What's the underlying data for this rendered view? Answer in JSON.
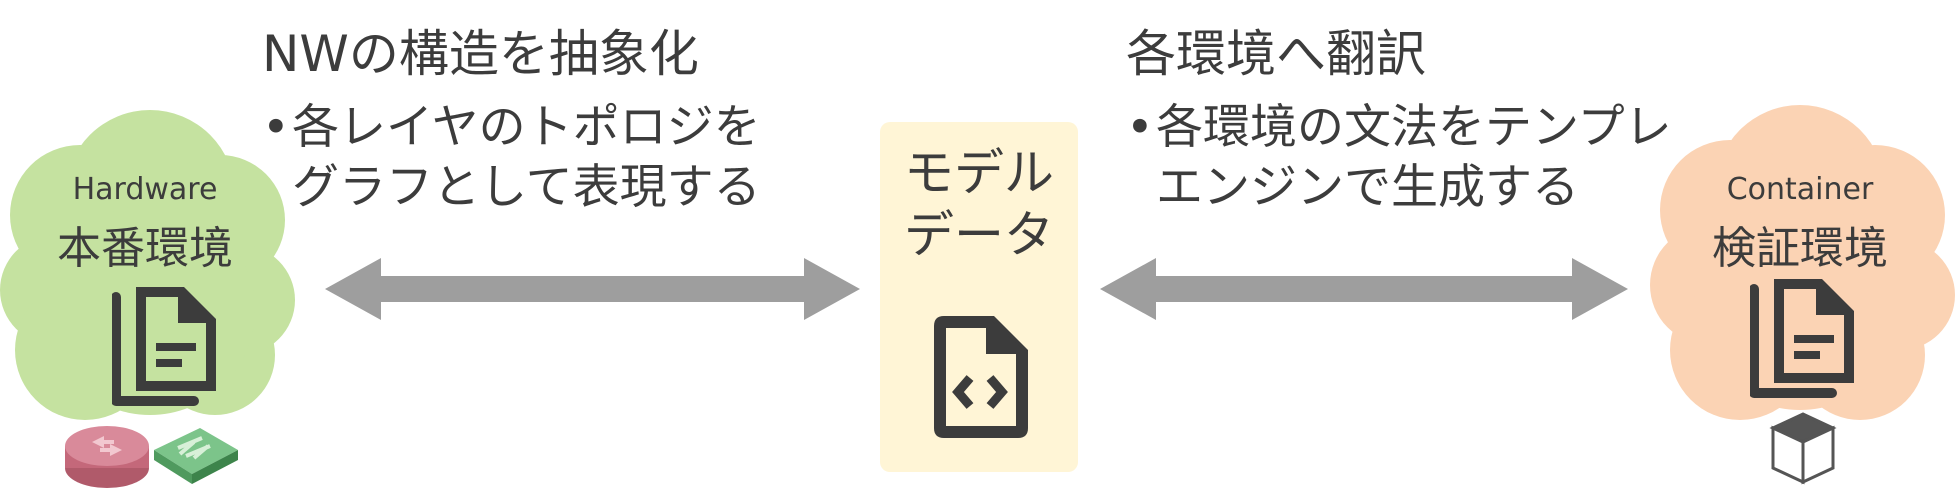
{
  "left_section": {
    "heading": "NWの構造を抽象化",
    "bullet_lines": [
      "各レイヤのトポロジを",
      "グラフとして表現する"
    ],
    "bullet_marker": "•"
  },
  "right_section": {
    "heading": "各環境へ翻訳",
    "bullet_lines": [
      "各環境の文法をテンプレ",
      "エンジンで生成する"
    ],
    "bullet_marker": "•"
  },
  "model": {
    "title_line1": "モデル",
    "title_line2": "データ",
    "icon": "code-file-icon"
  },
  "hardware_env": {
    "subtitle": "Hardware",
    "title": "本番環境",
    "icon": "document-copy-icon",
    "devices": [
      "router-icon",
      "switch-icon"
    ]
  },
  "container_env": {
    "subtitle": "Container",
    "title": "検証環境",
    "icon": "document-copy-icon",
    "devices": [
      "container-box-icon"
    ]
  },
  "colors": {
    "hardware_cloud": "#c5e2a0",
    "container_cloud": "#fbd3b4",
    "model_box": "#fff5d6",
    "arrow": "#9e9e9e",
    "icon": "#3c3c3c",
    "text": "#3c3c3c"
  }
}
